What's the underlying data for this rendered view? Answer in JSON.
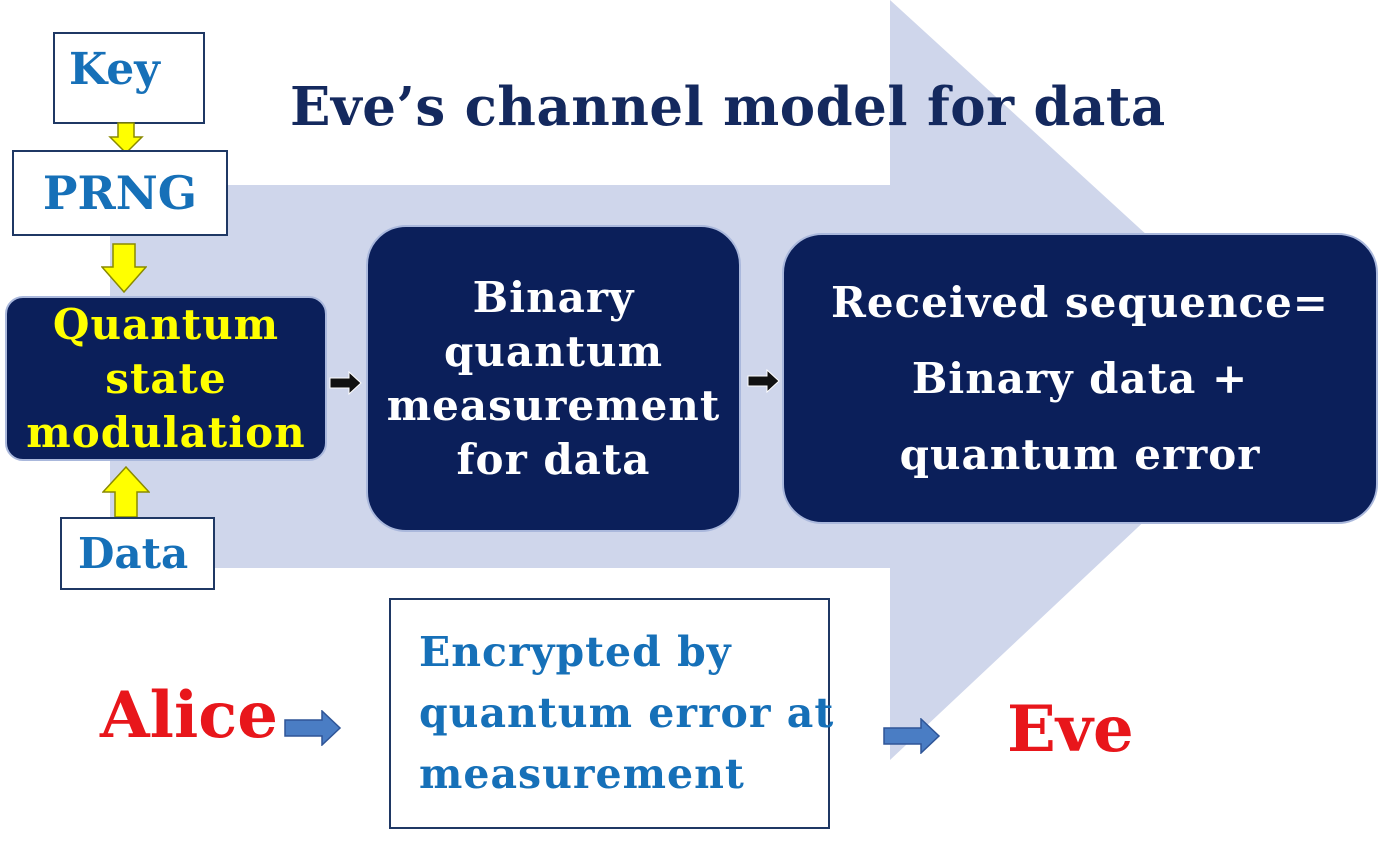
{
  "title": "Eve’s channel model for data",
  "inputs": {
    "key": "Key",
    "prng": "PRNG",
    "data": "Data"
  },
  "blocks": {
    "modulation": [
      "Quantum",
      "state",
      "modulation"
    ],
    "measurement": [
      "Binary",
      "quantum",
      "measurement",
      "for data"
    ],
    "received": [
      "Received sequence=",
      "Binary data +",
      "quantum error"
    ]
  },
  "bottom": {
    "sender": "Alice",
    "receiver": "Eve",
    "encryption_note": [
      "Encrypted by",
      "quantum error at",
      "measurement"
    ]
  },
  "colors": {
    "background_arrow": "#cfd6eb",
    "dark_block": "#0b1f5a",
    "title_text": "#14295e",
    "box_text": "#1670b8",
    "highlight_text": "#ffff00",
    "party_text": "#e8161b",
    "input_arrow": "#ffff00",
    "flow_arrow": "#4a7dc4"
  }
}
